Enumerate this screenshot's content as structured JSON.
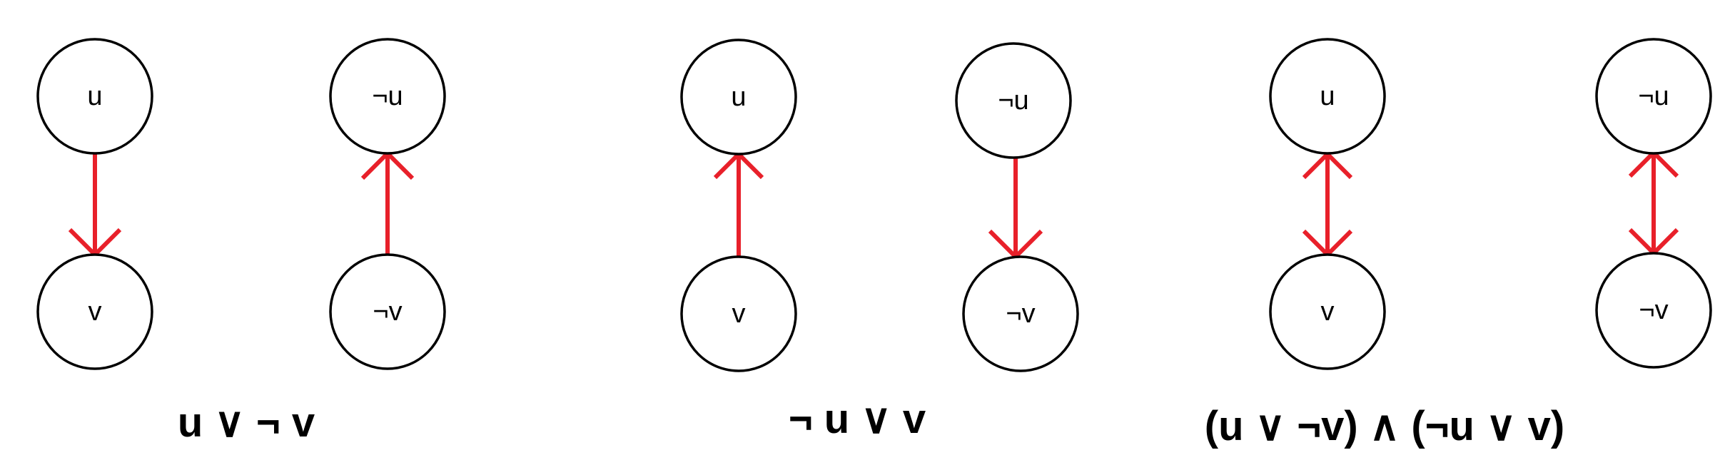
{
  "colors": {
    "edge": "#e8202a",
    "node_stroke": "#000000",
    "background": "#ffffff"
  },
  "panels": [
    {
      "formula": "u ∨ ¬ v",
      "nodes": [
        {
          "id": "u",
          "label": "u"
        },
        {
          "id": "v",
          "label": "v"
        },
        {
          "id": "not-u",
          "label": "¬u"
        },
        {
          "id": "not-v",
          "label": "¬v"
        }
      ],
      "edges": [
        {
          "from": "u",
          "to": "v",
          "direction": "forward"
        },
        {
          "from": "not-v",
          "to": "not-u",
          "direction": "forward"
        }
      ]
    },
    {
      "formula": "¬ u ∨ v",
      "nodes": [
        {
          "id": "u",
          "label": "u"
        },
        {
          "id": "v",
          "label": "v"
        },
        {
          "id": "not-u",
          "label": "¬u"
        },
        {
          "id": "not-v",
          "label": "¬v"
        }
      ],
      "edges": [
        {
          "from": "v",
          "to": "u",
          "direction": "forward"
        },
        {
          "from": "not-u",
          "to": "not-v",
          "direction": "forward"
        }
      ]
    },
    {
      "formula": "(u ∨ ¬v) ∧ (¬u ∨ v)",
      "nodes": [
        {
          "id": "u",
          "label": "u"
        },
        {
          "id": "v",
          "label": "v"
        },
        {
          "id": "not-u",
          "label": "¬u"
        },
        {
          "id": "not-v",
          "label": "¬v"
        }
      ],
      "edges": [
        {
          "from": "u",
          "to": "v",
          "direction": "both"
        },
        {
          "from": "not-u",
          "to": "not-v",
          "direction": "both"
        }
      ]
    }
  ]
}
